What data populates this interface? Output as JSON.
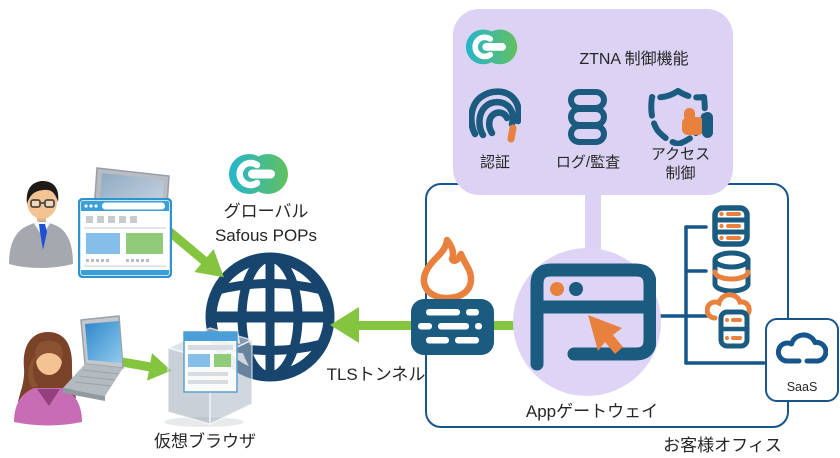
{
  "diagram_title": "Safous ZTNA architecture diagram",
  "ztna_panel": {
    "title": "ZTNA 制御機能",
    "items": [
      {
        "icon": "fingerprint-icon",
        "label": "認証"
      },
      {
        "icon": "log-audit-icon",
        "label": "ログ/監査"
      },
      {
        "icon": "shield-fist-icon",
        "label_line1": "アクセス",
        "label_line2": "制御"
      }
    ]
  },
  "global_pops": {
    "logo": "safous-logo",
    "line1": "グローバル",
    "line2": "Safous POPs"
  },
  "labels": {
    "virtual_browser": "仮想ブラウザ",
    "tls_tunnel": "TLSトンネル",
    "app_gateway": "Appゲートウェイ",
    "customer_office": "お客様オフィス",
    "saas": "SaaS"
  },
  "icons": [
    "user-man-icon",
    "user-woman-icon",
    "laptop-icon",
    "browser-window-icon",
    "globe-icon",
    "virtual-browser-cube-icon",
    "firewall-flame-icon",
    "app-gateway-window-icon",
    "server-rack-icon",
    "database-icon",
    "cloud-server-icon",
    "saas-cloud-icon",
    "safous-logo",
    "green-arrow"
  ],
  "palette": {
    "navy_globe": "#17456E",
    "icon_blue": "#1B5B80",
    "line_blue": "#17568C",
    "orange": "#E8813E",
    "green": "#84C43E",
    "panel_purple": "#DCD2F4",
    "circle_purple": "#DED5F6",
    "browser_blue": "#3A9FD6",
    "text": "#262626"
  }
}
